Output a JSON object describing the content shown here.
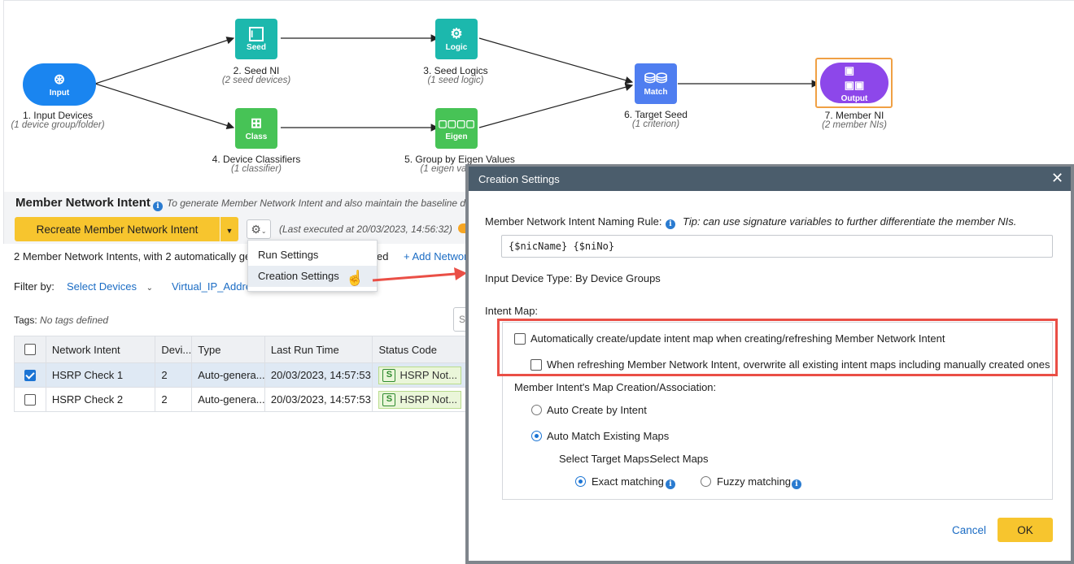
{
  "flow": {
    "nodes": [
      {
        "icon_text": "Input",
        "label": "1. Input Devices",
        "sub": "(1 device group/folder)"
      },
      {
        "icon_text": "Seed",
        "label": "2. Seed NI",
        "sub": "(2 seed devices)"
      },
      {
        "icon_text": "Logic",
        "label": "3. Seed Logics",
        "sub": "(1 seed logic)"
      },
      {
        "icon_text": "Class",
        "label": "4. Device Classifiers",
        "sub": "(1 classifier)"
      },
      {
        "icon_text": "Eigen",
        "label": "5. Group by Eigen Values",
        "sub": "(1 eigen va"
      },
      {
        "icon_text": "Match",
        "label": "6. Target Seed",
        "sub": "(1 criterion)"
      },
      {
        "icon_text": "Output",
        "label": "7. Member NI",
        "sub": "(2 member NIs)"
      }
    ],
    "colors": {
      "input": "#1a85f0",
      "teal": "#1cb8ad",
      "green": "#47c356",
      "match": "#4f7ef0",
      "output": "#8d47ea",
      "output_border": "#f0a044"
    }
  },
  "panel": {
    "title": "Member Network Intent",
    "hint": "To generate Member Network Intent and also maintain the baseline de",
    "recreate_label": "Recreate Member Network Intent",
    "last_executed": "(Last executed at 20/03/2023, 14:56:32)",
    "summary": "2 Member Network Intents, with 2 automatically ge",
    "summary_tail": "ed",
    "add_link": "+ Add Networ",
    "filter_label": "Filter by:",
    "select_devices": "Select Devices",
    "filter_value": "Virtual_IP_Addres",
    "tags_label": "Tags:",
    "tags_value": "No tags defined",
    "search_stub": "Se"
  },
  "dropdown": {
    "items": [
      "Run Settings",
      "Creation Settings"
    ]
  },
  "table": {
    "headers": [
      "Network Intent",
      "Devi...",
      "Type",
      "Last Run Time",
      "Status Code"
    ],
    "rows": [
      {
        "name": "HSRP Check 1",
        "devices": "2",
        "type": "Auto-genera...",
        "time": "20/03/2023, 14:57:53",
        "status_badge": "S",
        "status": "HSRP Not...",
        "checked": true
      },
      {
        "name": "HSRP Check 2",
        "devices": "2",
        "type": "Auto-genera...",
        "time": "20/03/2023, 14:57:53",
        "status_badge": "S",
        "status": "HSRP Not...",
        "checked": false
      }
    ]
  },
  "dialog": {
    "title": "Creation Settings",
    "naming_label": "Member Network Intent Naming Rule:",
    "naming_tip": "Tip: can use signature variables to further differentiate the member NIs.",
    "naming_value": "{$nicName} {$niNo}",
    "device_type": "Input Device Type: By Device Groups",
    "intent_map_label": "Intent Map:",
    "auto_create_label": "Automatically create/update intent map when creating/refreshing Member Network Intent",
    "overwrite_label": "When refreshing Member Network Intent, overwrite all existing intent maps including manually created ones",
    "map_assoc_label": "Member Intent's Map Creation/Association:",
    "opt_auto_create": "Auto Create by Intent",
    "opt_auto_match": "Auto Match Existing Maps",
    "select_target_label": "Select Target Maps:",
    "select_maps_link": "Select Maps",
    "exact_label": "Exact matching",
    "fuzzy_label": "Fuzzy matching",
    "cancel_label": "Cancel",
    "ok_label": "OK"
  }
}
